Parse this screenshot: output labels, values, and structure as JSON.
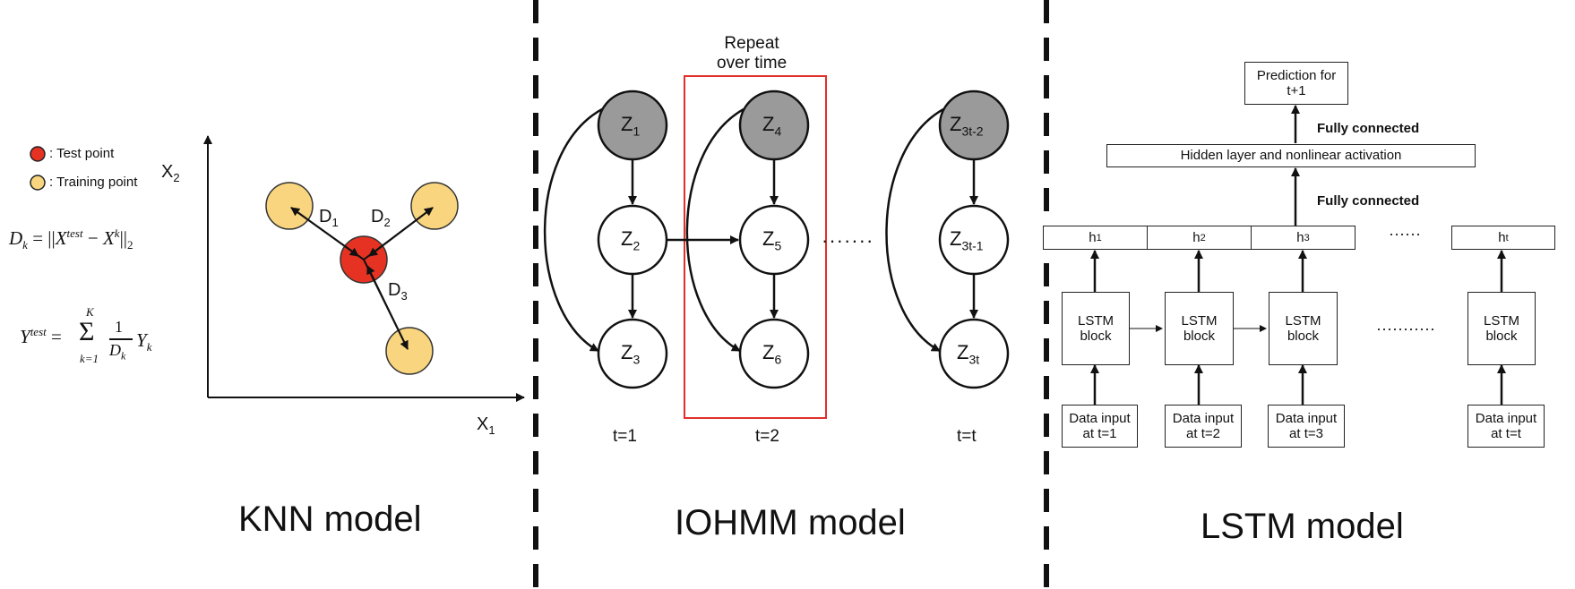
{
  "knn": {
    "title": "KNN model",
    "legend_test": ": Test point",
    "legend_train": ": Training point",
    "axis_x": "X",
    "axis_x_sub": "1",
    "axis_y": "X",
    "axis_y_sub": "2",
    "d1": "D",
    "d1_sub": "1",
    "d2": "D",
    "d2_sub": "2",
    "d3": "D",
    "d3_sub": "3",
    "formula_distance": "D_k = ||X^test − X^k||_2",
    "formula_prediction": "Y^test = Σ_{k=1}^{K} (1/D_k) Y_k",
    "colors": {
      "test": "#e53222",
      "train": "#f8d57e"
    }
  },
  "iohmm": {
    "title": "IOHMM model",
    "repeat_label": "Repeat\nover time",
    "nodes": [
      {
        "z": "Z",
        "sub": "1"
      },
      {
        "z": "Z",
        "sub": "2"
      },
      {
        "z": "Z",
        "sub": "3"
      },
      {
        "z": "Z",
        "sub": "4"
      },
      {
        "z": "Z",
        "sub": "5"
      },
      {
        "z": "Z",
        "sub": "6"
      },
      {
        "z": "Z",
        "sub": "3t-2"
      },
      {
        "z": "Z",
        "sub": "3t-1"
      },
      {
        "z": "Z",
        "sub": "3t"
      }
    ],
    "time_labels": [
      "t=1",
      "t=2",
      "t=t"
    ],
    "ellipsis": "·······",
    "colors": {
      "hidden": "#9a9a9a",
      "repeat_box": "#e0302a"
    }
  },
  "lstm": {
    "title": "LSTM model",
    "prediction": "Prediction for\nt+1",
    "fc_top": "Fully connected",
    "hidden_layer": "Hidden layer and nonlinear activation",
    "fc_bottom": "Fully connected",
    "h_cells": [
      {
        "h": "h",
        "sup": "1"
      },
      {
        "h": "h",
        "sup": "2"
      },
      {
        "h": "h",
        "sup": "3"
      },
      {
        "h": "h",
        "sup": "t"
      }
    ],
    "block_label": "LSTM\nblock",
    "inputs": [
      "Data input\nat t=1",
      "Data input\nat t=2",
      "Data input\nat t=3",
      "Data input\nat t=t"
    ],
    "ellipsis_h": "······",
    "ellipsis_blocks": "···········"
  }
}
